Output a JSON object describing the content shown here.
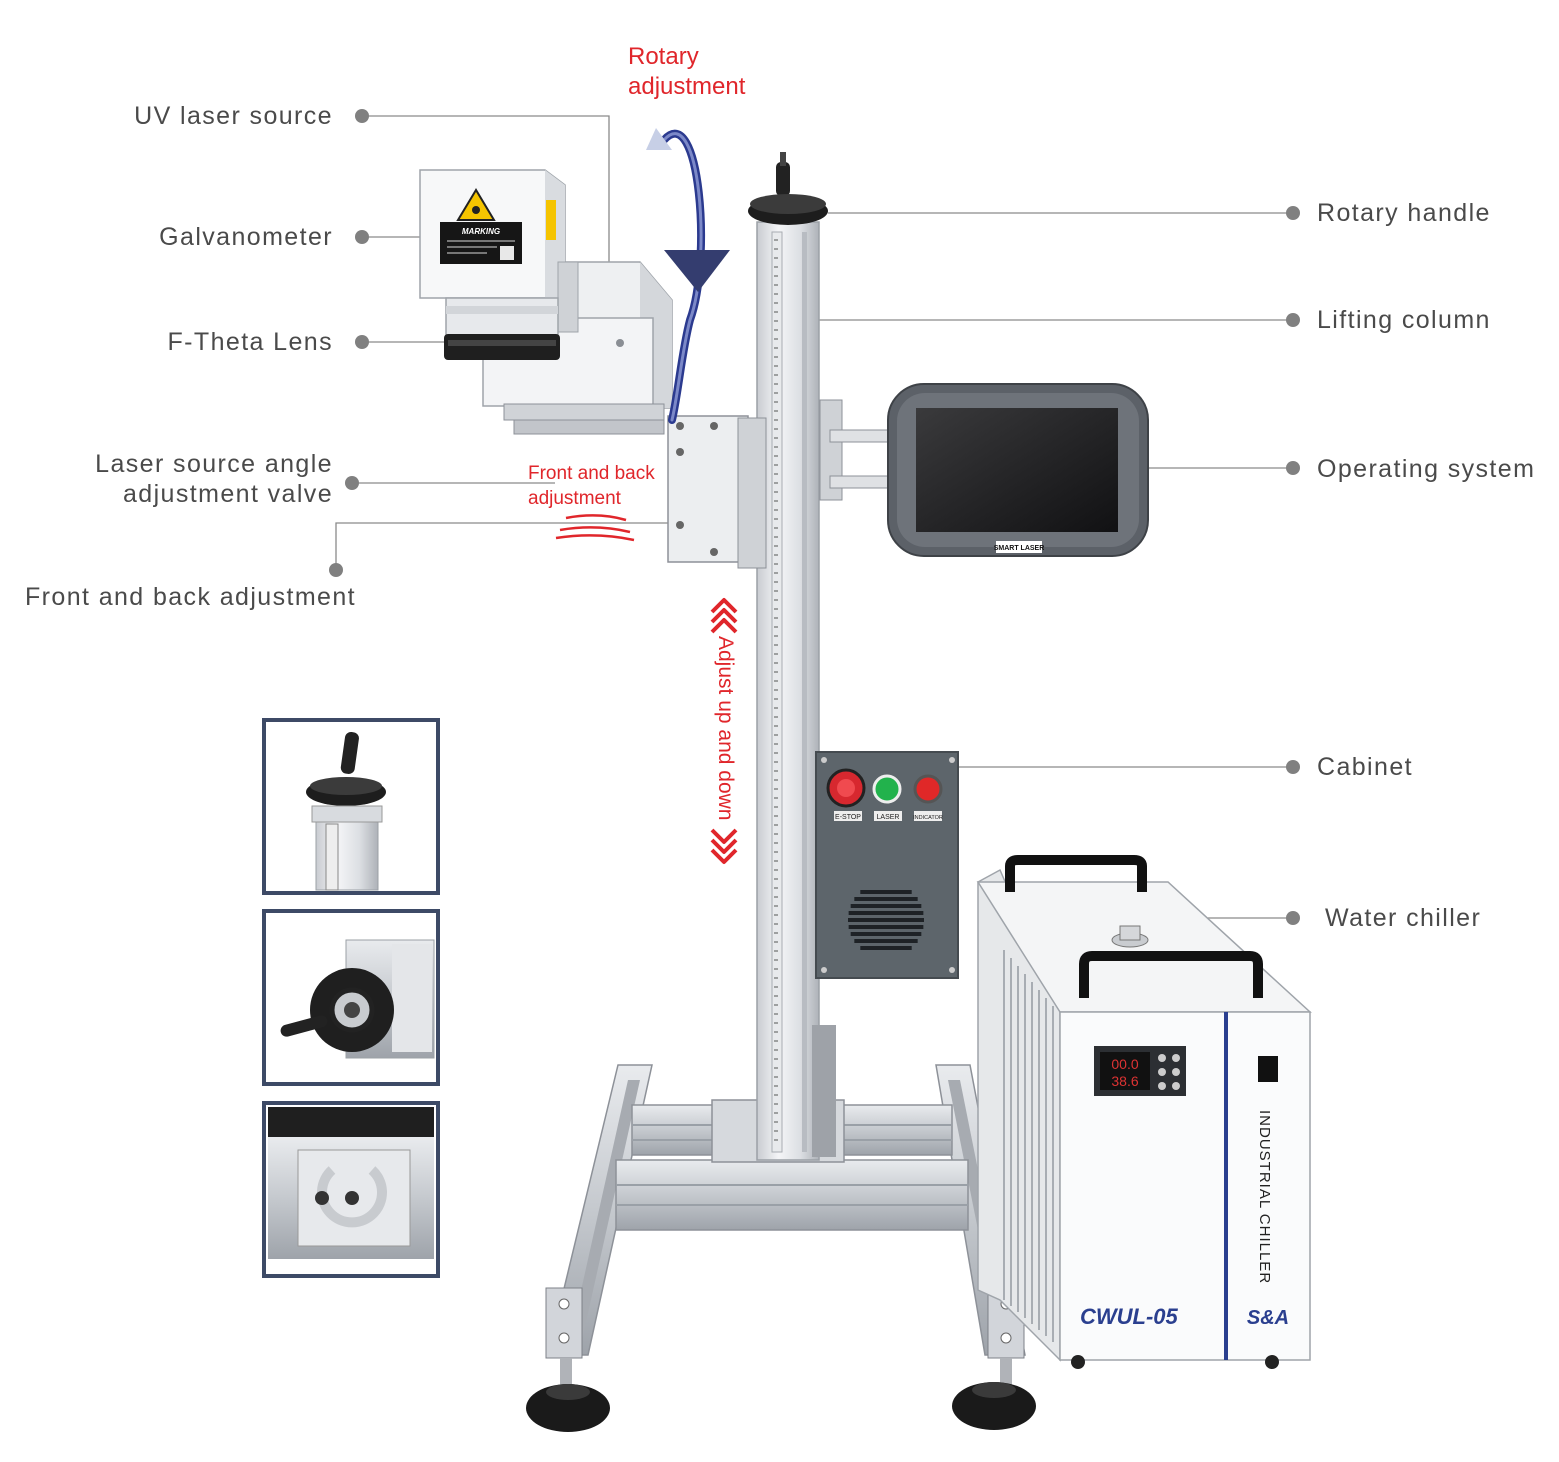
{
  "labels_left": {
    "uv_laser_source": "UV laser source",
    "galvanometer": "Galvanometer",
    "f_theta_lens": "F-Theta Lens",
    "angle_valve_line1": "Laser source angle",
    "angle_valve_line2": "adjustment valve",
    "front_back": "Front and back adjustment"
  },
  "labels_right": {
    "rotary_handle": "Rotary handle",
    "lifting_column": "Lifting column",
    "operating_system": "Operating system",
    "cabinet": "Cabinet",
    "water_chiller": "Water chiller"
  },
  "annotations": {
    "rotary_line1": "Rotary",
    "rotary_line2": "adjustment",
    "front_back_line1": "Front and back",
    "front_back_line2": "adjustment",
    "up_down": "Adjust up and down"
  },
  "device_text": {
    "head_badge": "MARKING",
    "screen_brand": "SMART LASER",
    "estop": "E-STOP",
    "laser": "LASER",
    "indicator": "INDICATOR",
    "chiller_vertical": "INDUSTRIAL CHILLER",
    "chiller_model": "CWUL-05",
    "chiller_brand": "S&A",
    "display_top": "00.0",
    "display_bottom": "38.6"
  },
  "colors": {
    "label_text": "#4a4a4a",
    "accent_red": "#e0262b",
    "leader_line": "#7a7a7a",
    "dot": "#808080",
    "navy_frame": "#3d4a66",
    "chiller_blue": "#2a3f8f"
  }
}
